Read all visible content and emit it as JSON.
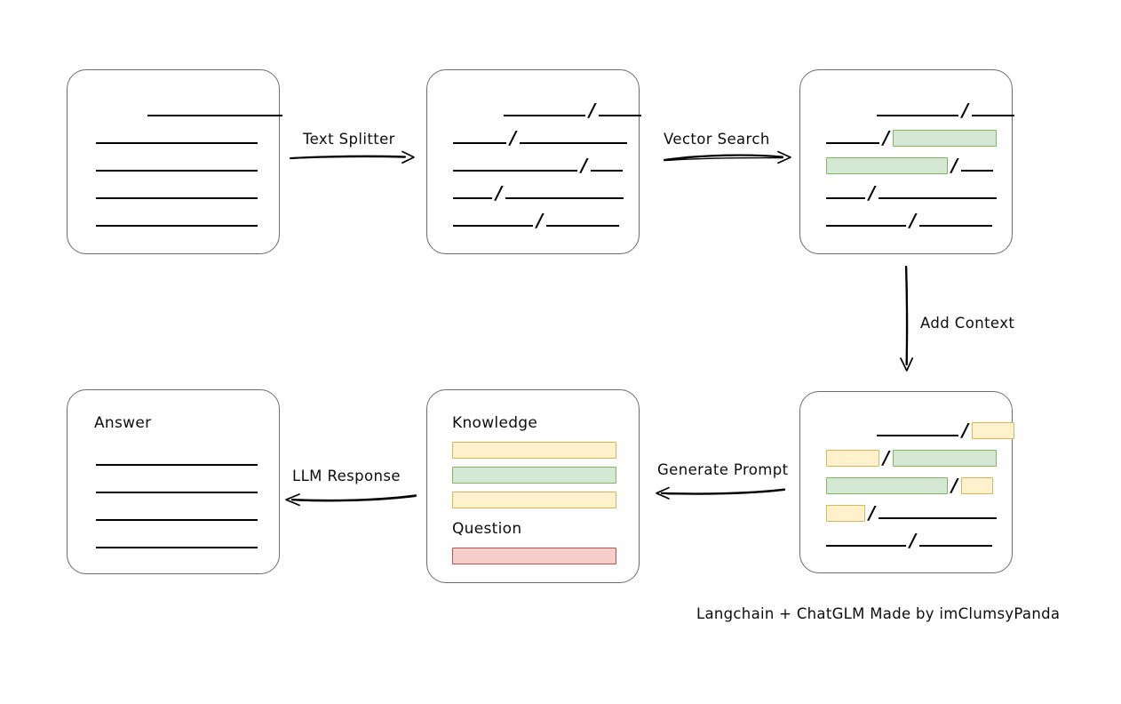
{
  "diagram": {
    "title_credit": "Langchain + ChatGLM Made by imClumsyPanda",
    "boxes": {
      "source_document": {
        "name": "Source document",
        "title": "",
        "rows": [
          {
            "segments": [
              {
                "kind": "line",
                "width": 152
              }
            ],
            "indent": 58
          },
          {
            "segments": [
              {
                "kind": "line",
                "width": 182
              }
            ],
            "indent": 0
          },
          {
            "segments": [
              {
                "kind": "line",
                "width": 182
              }
            ],
            "indent": 0
          },
          {
            "segments": [
              {
                "kind": "line",
                "width": 182
              }
            ],
            "indent": 0
          },
          {
            "segments": [
              {
                "kind": "line",
                "width": 182
              }
            ],
            "indent": 0
          }
        ]
      },
      "split_document": {
        "name": "Split text chunks",
        "title": "",
        "rows": [
          {
            "indent": 57,
            "segments": [
              {
                "kind": "line",
                "width": 92
              },
              {
                "kind": "slash"
              },
              {
                "kind": "line",
                "width": 48
              }
            ]
          },
          {
            "indent": 0,
            "segments": [
              {
                "kind": "line",
                "width": 60
              },
              {
                "kind": "slash"
              },
              {
                "kind": "line",
                "width": 121
              }
            ]
          },
          {
            "indent": 0,
            "segments": [
              {
                "kind": "line",
                "width": 140
              },
              {
                "kind": "slash"
              },
              {
                "kind": "line",
                "width": 36
              }
            ]
          },
          {
            "indent": 0,
            "segments": [
              {
                "kind": "line",
                "width": 44
              },
              {
                "kind": "slash"
              },
              {
                "kind": "line",
                "width": 133
              }
            ]
          },
          {
            "indent": 0,
            "segments": [
              {
                "kind": "line",
                "width": 90
              },
              {
                "kind": "slash"
              },
              {
                "kind": "line",
                "width": 82
              }
            ]
          }
        ]
      },
      "retrieved_document": {
        "name": "Retrieved chunks",
        "title": "",
        "rows": [
          {
            "indent": 57,
            "segments": [
              {
                "kind": "line",
                "width": 92
              },
              {
                "kind": "slash"
              },
              {
                "kind": "line",
                "width": 48
              }
            ]
          },
          {
            "indent": 0,
            "segments": [
              {
                "kind": "line",
                "width": 60
              },
              {
                "kind": "slash"
              },
              {
                "kind": "chip",
                "color": "green",
                "width": 117
              }
            ]
          },
          {
            "indent": 0,
            "segments": [
              {
                "kind": "chip",
                "color": "green",
                "width": 137
              },
              {
                "kind": "slash"
              },
              {
                "kind": "line",
                "width": 36
              }
            ]
          },
          {
            "indent": 0,
            "segments": [
              {
                "kind": "line",
                "width": 44
              },
              {
                "kind": "slash"
              },
              {
                "kind": "line",
                "width": 133
              }
            ]
          },
          {
            "indent": 0,
            "segments": [
              {
                "kind": "line",
                "width": 90
              },
              {
                "kind": "slash"
              },
              {
                "kind": "line",
                "width": 82
              }
            ]
          }
        ]
      },
      "context_document": {
        "name": "Context added chunks",
        "title": "",
        "rows": [
          {
            "indent": 57,
            "segments": [
              {
                "kind": "line",
                "width": 92
              },
              {
                "kind": "slash"
              },
              {
                "kind": "chip",
                "color": "yellow",
                "width": 48
              }
            ]
          },
          {
            "indent": 0,
            "segments": [
              {
                "kind": "chip",
                "color": "yellow",
                "width": 60
              },
              {
                "kind": "slash"
              },
              {
                "kind": "chip",
                "color": "green",
                "width": 117
              }
            ]
          },
          {
            "indent": 0,
            "segments": [
              {
                "kind": "chip",
                "color": "green",
                "width": 137
              },
              {
                "kind": "slash"
              },
              {
                "kind": "chip",
                "color": "yellow",
                "width": 36
              }
            ]
          },
          {
            "indent": 0,
            "segments": [
              {
                "kind": "chip",
                "color": "yellow",
                "width": 44
              },
              {
                "kind": "slash"
              },
              {
                "kind": "line",
                "width": 133
              }
            ]
          },
          {
            "indent": 0,
            "segments": [
              {
                "kind": "line",
                "width": 90
              },
              {
                "kind": "slash"
              },
              {
                "kind": "line",
                "width": 82
              }
            ]
          }
        ]
      },
      "prompt": {
        "name": "Generated prompt",
        "knowledge_label": "Knowledge",
        "question_label": "Question",
        "knowledge_bars": [
          {
            "color": "yellow",
            "width": 185
          },
          {
            "color": "green",
            "width": 185
          },
          {
            "color": "yellow",
            "width": 185
          }
        ],
        "question_bars": [
          {
            "color": "red",
            "width": 185
          }
        ]
      },
      "answer": {
        "name": "Answer",
        "title": "Answer",
        "rows": [
          {
            "indent": 0,
            "segments": [
              {
                "kind": "line",
                "width": 182
              }
            ]
          },
          {
            "indent": 0,
            "segments": [
              {
                "kind": "line",
                "width": 182
              }
            ]
          },
          {
            "indent": 0,
            "segments": [
              {
                "kind": "line",
                "width": 182
              }
            ]
          },
          {
            "indent": 0,
            "segments": [
              {
                "kind": "line",
                "width": 182
              }
            ]
          }
        ]
      }
    },
    "arrows": [
      {
        "id": "text-splitter",
        "label": "Text Splitter",
        "direction": "right"
      },
      {
        "id": "vector-search",
        "label": "Vector Search",
        "direction": "right"
      },
      {
        "id": "add-context",
        "label": "Add Context",
        "direction": "down"
      },
      {
        "id": "generate-prompt",
        "label": "Generate Prompt",
        "direction": "left"
      },
      {
        "id": "llm-response",
        "label": "LLM Response",
        "direction": "left"
      }
    ],
    "colors": {
      "green_fill": "#d5e8d4",
      "green_stroke": "#82b366",
      "yellow_fill": "#fff2cc",
      "yellow_stroke": "#d6b656",
      "red_fill": "#f8cecc",
      "red_stroke": "#b85450",
      "box_stroke": "#6b6b6b",
      "line_stroke": "#000000"
    }
  }
}
